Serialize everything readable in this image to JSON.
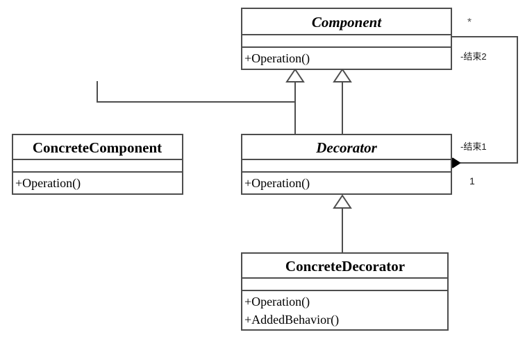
{
  "diagram": {
    "kind": "uml-class-diagram",
    "pattern_title": "Decorator",
    "background_color": "#ffffff",
    "line_color": "#4d4d4d",
    "text_color": "#000000",
    "classes": [
      {
        "id": "component",
        "name": "Component",
        "abstract": true,
        "attributes": [],
        "operations": [
          "+Operation()"
        ]
      },
      {
        "id": "concrete-component",
        "name": "ConcreteComponent",
        "abstract": false,
        "attributes": [],
        "operations": [
          "+Operation()"
        ]
      },
      {
        "id": "decorator",
        "name": "Decorator",
        "abstract": true,
        "attributes": [],
        "operations": [
          "+Operation()"
        ]
      },
      {
        "id": "concrete-decorator",
        "name": "ConcreteDecorator",
        "abstract": false,
        "attributes": [],
        "operations": [
          "+Operation()",
          "+AddedBehavior()"
        ]
      }
    ],
    "relations": [
      {
        "id": "gen-concrete-component",
        "type": "generalization",
        "from": "ConcreteComponent",
        "to": "Component"
      },
      {
        "id": "gen-decorator",
        "type": "generalization",
        "from": "Decorator",
        "to": "Component"
      },
      {
        "id": "gen-concrete-decorator",
        "type": "generalization",
        "from": "ConcreteDecorator",
        "to": "Decorator"
      },
      {
        "id": "composition-decorator-component",
        "type": "composition",
        "from": "Decorator",
        "to": "Component",
        "source_role": "-结束1",
        "target_role": "-结束2",
        "source_multiplicity": "1",
        "target_multiplicity": "*"
      }
    ]
  },
  "labels": {
    "component_title": "Component",
    "component_operation_1": "+Operation()",
    "concrete_component_title": "ConcreteComponent",
    "concrete_component_operation_1": "+Operation()",
    "decorator_title": "Decorator",
    "decorator_operation_1": "+Operation()",
    "concrete_decorator_title": "ConcreteDecorator",
    "concrete_decorator_operation_1": "+Operation()",
    "concrete_decorator_operation_2": "+AddedBehavior()",
    "role_end2": "-结束2",
    "role_end1": "-结束1",
    "multiplicity_star": "*",
    "multiplicity_one": "1"
  }
}
